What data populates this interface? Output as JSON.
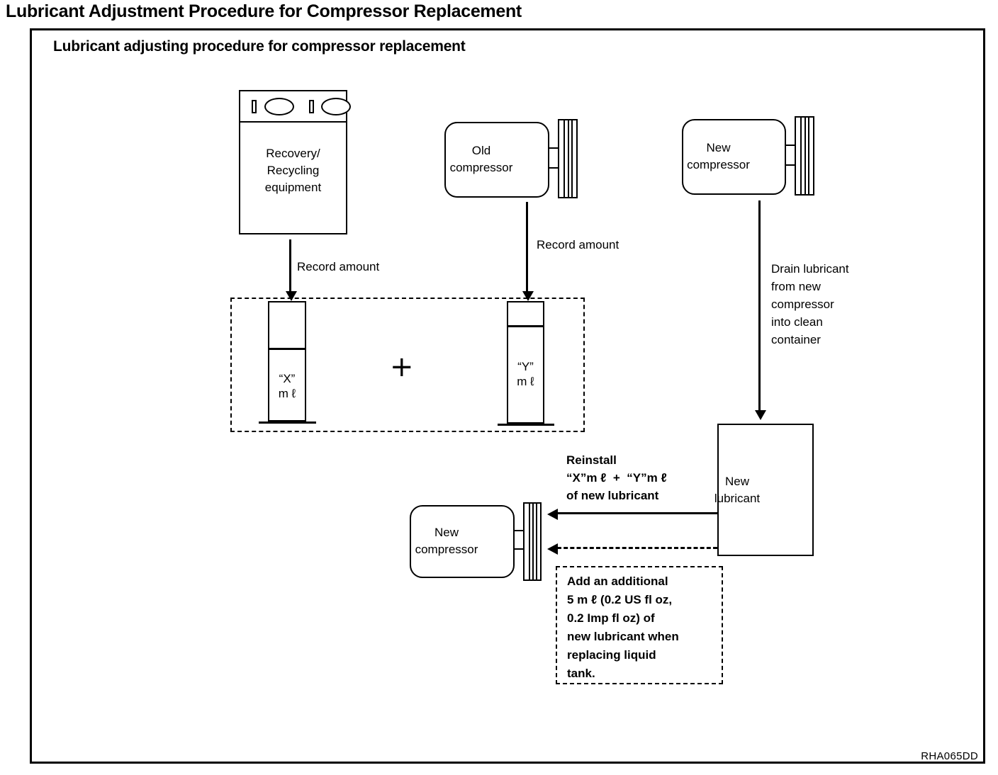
{
  "page": {
    "title": "Lubricant Adjustment Procedure for Compressor Replacement",
    "subtitle": "Lubricant adjusting procedure for compressor replacement",
    "reference_code": "RHA065DD"
  },
  "nodes": {
    "recovery_equipment": {
      "label": "Recovery/\nRecycling\nequipment"
    },
    "old_compressor": {
      "label": "Old\ncompressor"
    },
    "new_compressor_top": {
      "label": "New\ncompressor"
    },
    "new_compressor_bottom": {
      "label": "New\ncompressor"
    },
    "new_lubricant": {
      "label": "New\nlubricant"
    },
    "cylinder_x": {
      "label": "“X”\nm ℓ",
      "fill_percent": 60
    },
    "cylinder_y": {
      "label": "“Y”\nm ℓ",
      "fill_percent": 85
    },
    "plus_operator": {
      "symbol": "+"
    }
  },
  "annotations": {
    "record_amount_left": "Record amount",
    "record_amount_right": "Record amount",
    "drain_lubricant": "Drain lubricant\nfrom new\ncompressor\ninto clean\ncontainer",
    "reinstall": "Reinstall\n“X”m ℓ  +  “Y”m ℓ\nof new lubricant",
    "additional_note": "Add an additional\n5 m ℓ (0.2 US fl oz,\n0.2 Imp fl oz) of\nnew lubricant when\nreplacing liquid\ntank."
  },
  "colors": {
    "ink": "#000000",
    "paper": "#ffffff"
  }
}
